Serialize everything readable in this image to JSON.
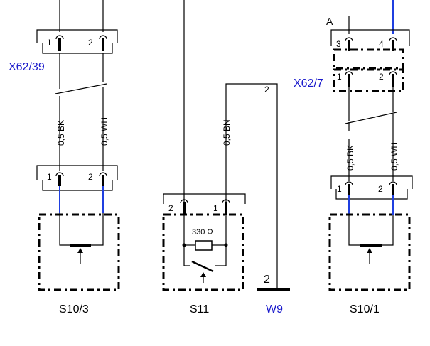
{
  "components": {
    "x62_39": "X62/39",
    "x62_7": "X62/7",
    "s10_3": "S10/3",
    "s11": "S11",
    "w9": "W9",
    "s10_1": "S10/1"
  },
  "pins": {
    "c1_left": "1",
    "c1_right": "2",
    "c2_left": "1",
    "c2_right": "2",
    "c3_left": "2",
    "c3_right": "1",
    "c4_a": "3",
    "c4_b": "4",
    "c5_left": "1",
    "c5_right": "2",
    "c6_left": "1",
    "c6_right": "2",
    "w9_pin": "2",
    "w9_wire_pin": "2"
  },
  "wires": {
    "left_bk": "0,5 BK",
    "left_wh": "0,5 WH",
    "mid_bn": "0,5 BN",
    "right_bk": "0,5 BK",
    "right_wh": "0,5 WH"
  },
  "labels": {
    "connector_a": "A",
    "resistor": "330 Ω"
  },
  "colors": {
    "wire_blue": "#1f3fe0",
    "label_blue": "#1a1acc"
  }
}
